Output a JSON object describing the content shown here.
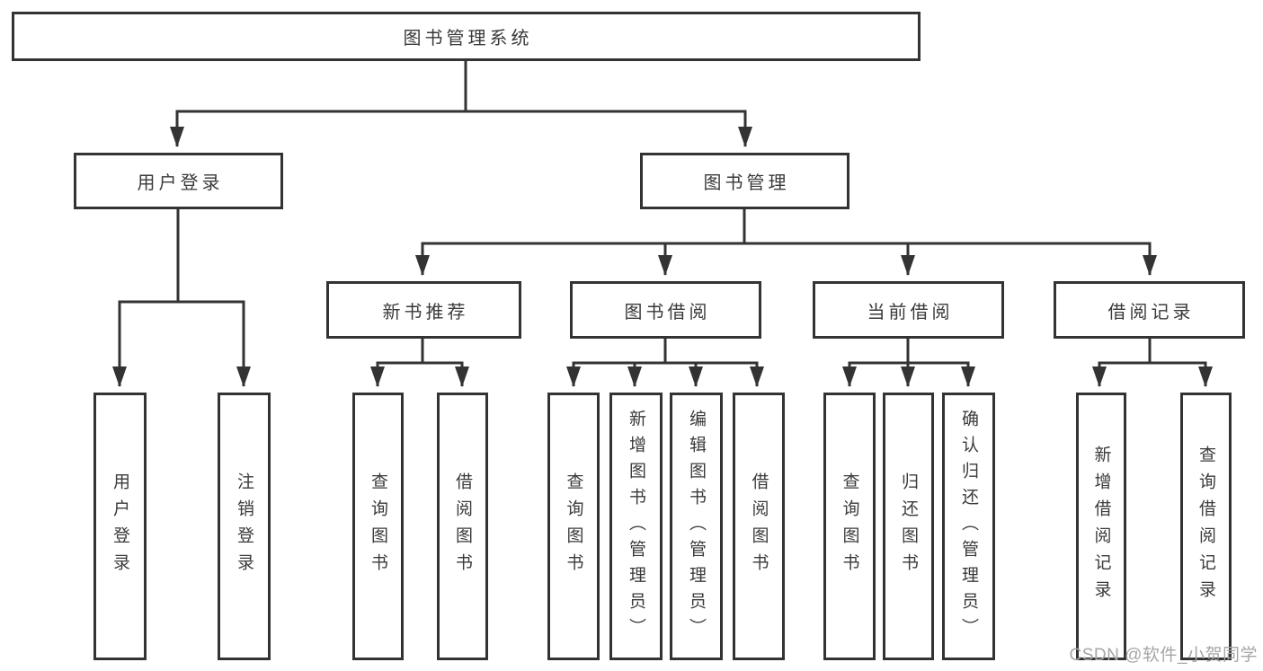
{
  "watermark": "CSDN @软件_小贺同学",
  "colors": {
    "line": "#333333",
    "text": "#3a3a3a",
    "watermark": "#a6a6a6",
    "background": "#ffffff"
  },
  "nodes": {
    "root": "图书管理系统",
    "level2": {
      "user_login": "用户登录",
      "book_mgmt": "图书管理"
    },
    "level3": {
      "new_books": "新书推荐",
      "book_borrow": "图书借阅",
      "current_borrow": "当前借阅",
      "borrow_records": "借阅记录"
    },
    "leaves": {
      "user_login": [
        "用户登录",
        "注销登录"
      ],
      "new_books": [
        "查询图书",
        "借阅图书"
      ],
      "book_borrow": [
        "查询图书",
        "新增图书（管理员）",
        "编辑图书（管理员）",
        "借阅图书"
      ],
      "current_borrow": [
        "查询图书",
        "归还图书",
        "确认归还（管理员）"
      ],
      "borrow_records": [
        "新增借阅记录",
        "查询借阅记录"
      ]
    }
  }
}
